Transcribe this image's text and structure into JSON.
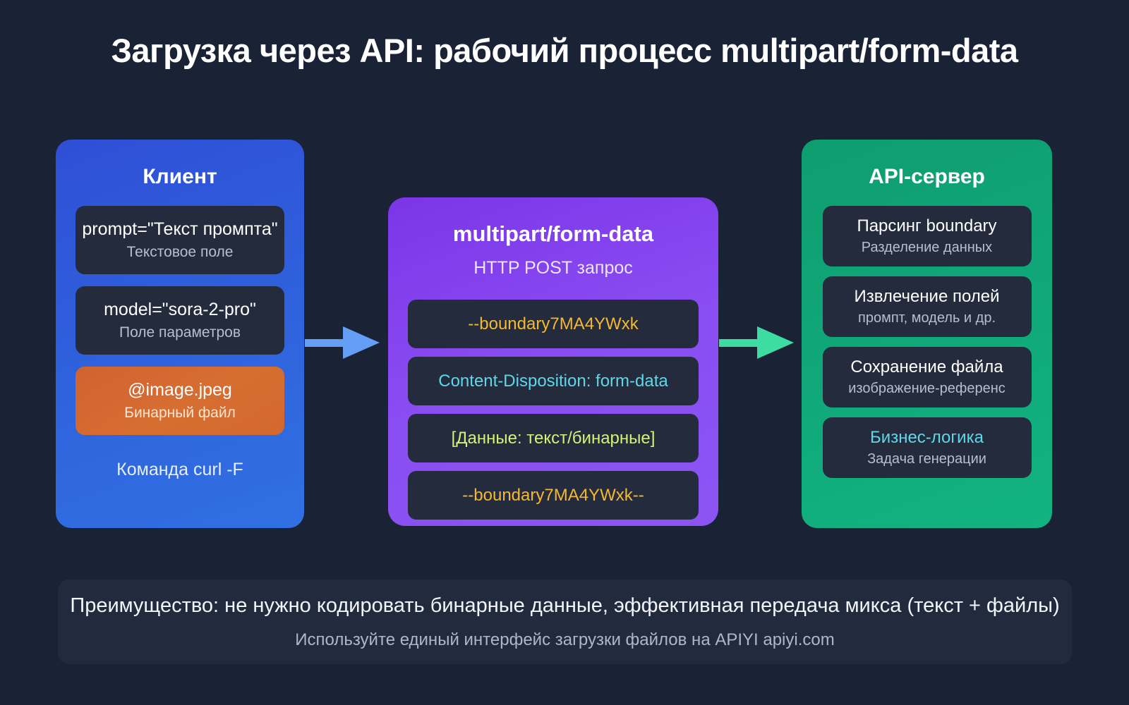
{
  "title": "Загрузка через API: рабочий процесс multipart/form-data",
  "colors": {
    "background": "#1a2235",
    "client_panel": "#2f63dd",
    "packet_panel": "#8a4df2",
    "server_panel": "#10a97a",
    "file_card": "#d2682e",
    "arrow_blue": "#649ef5",
    "arrow_green": "#3ddca0",
    "boundary_text": "#f5b82e",
    "header_text": "#5ed8e8",
    "payload_text": "#d6f07a",
    "card_background": "#232b3d"
  },
  "client": {
    "title": "Клиент",
    "fields": [
      {
        "main": "prompt=\"Текст промпта\"",
        "sub": "Текстовое поле",
        "kind": "text"
      },
      {
        "main": "model=\"sora-2-pro\"",
        "sub": "Поле параметров",
        "kind": "text"
      },
      {
        "main": "@image.jpeg",
        "sub": "Бинарный файл",
        "kind": "file"
      }
    ],
    "footnote": "Команда curl -F"
  },
  "packet": {
    "title": "multipart/form-data",
    "subtitle": "HTTP POST запрос",
    "rows": [
      {
        "text": "--boundary7MA4YWxk",
        "tone": "boundary"
      },
      {
        "text": "Content-Disposition: form-data",
        "tone": "header"
      },
      {
        "text": "[Данные: текст/бинарные]",
        "tone": "payload"
      },
      {
        "text": "--boundary7MA4YWxk--",
        "tone": "boundary"
      }
    ]
  },
  "server": {
    "title": "API-сервер",
    "steps": [
      {
        "main": "Парсинг boundary",
        "sub": "Разделение данных",
        "accent": false
      },
      {
        "main": "Извлечение полей",
        "sub": "промпт, модель и др.",
        "accent": false
      },
      {
        "main": "Сохранение файла",
        "sub": "изображение-референс",
        "accent": false
      },
      {
        "main": "Бизнес-логика",
        "sub": "Задача генерации",
        "accent": true
      }
    ]
  },
  "arrows": {
    "client_to_packet": "arrow-right-icon",
    "packet_to_server": "arrow-right-icon"
  },
  "footer": {
    "main": "Преимущество: не нужно кодировать бинарные данные, эффективная передача микса (текст + файлы)",
    "sub": "Используйте единый интерфейс загрузки файлов на APIYI apiyi.com"
  }
}
